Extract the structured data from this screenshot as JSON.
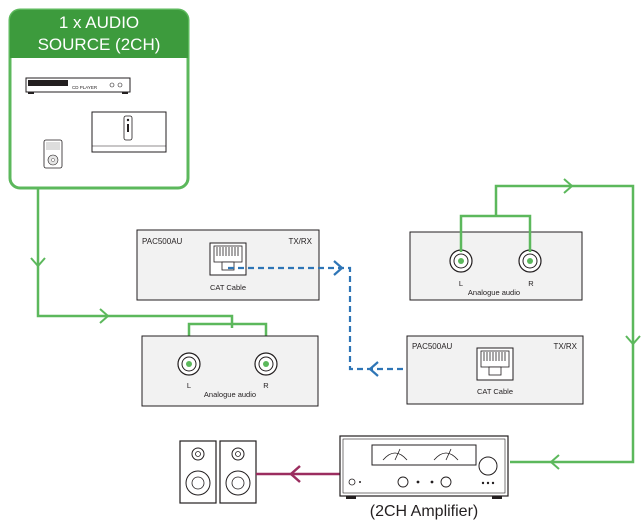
{
  "source_box": {
    "title_line1": "1 x AUDIO",
    "title_line2": "SOURCE (2CH)",
    "cd_player_label": "CD PLAYER"
  },
  "unit_tx_top": {
    "model": "PAC500AU",
    "mode": "TX/RX",
    "port_label": "CAT Cable"
  },
  "unit_audio_left": {
    "left_label": "L",
    "right_label": "R",
    "caption": "Analogue audio"
  },
  "unit_audio_right": {
    "left_label": "L",
    "right_label": "R",
    "caption": "Analogue audio"
  },
  "unit_rx_bottom": {
    "model": "PAC500AU",
    "mode": "TX/RX",
    "port_label": "CAT Cable"
  },
  "amplifier": {
    "caption": "(2CH Amplifier)"
  },
  "colors": {
    "green": "#5cb85c",
    "green_dark": "#3d9b3d",
    "blue_dashed": "#2e75b6",
    "maroon": "#9b2d5f",
    "box_fill": "#f2f2f2",
    "outline": "#231f20"
  },
  "icons": [
    "cd-player-icon",
    "ipod-icon",
    "dock-icon",
    "speaker-icon",
    "amplifier-icon",
    "rj45-port-icon",
    "rca-jack-icon"
  ]
}
